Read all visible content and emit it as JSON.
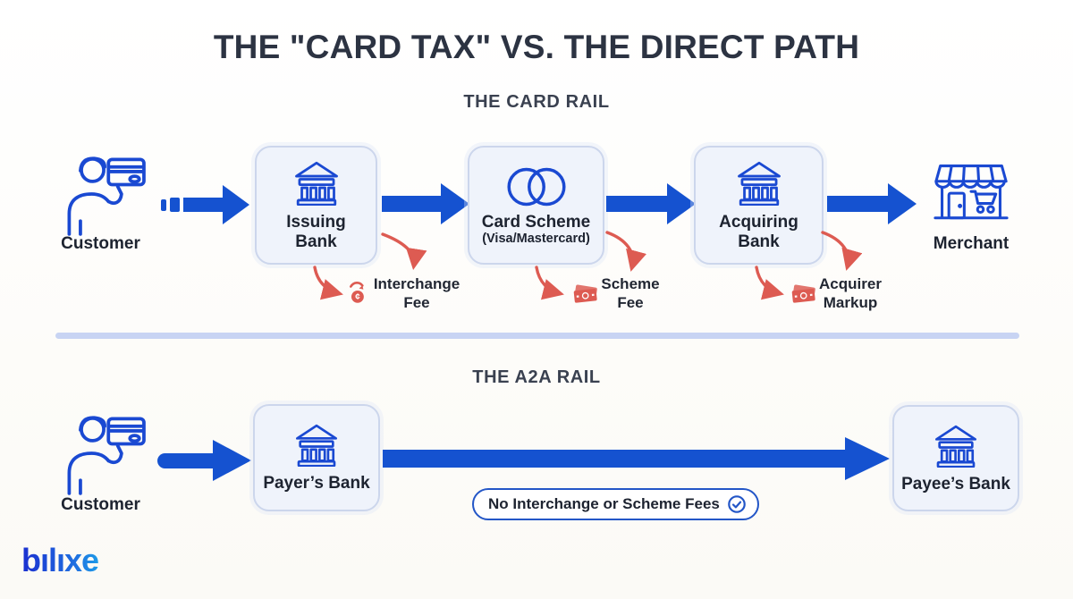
{
  "title": "THE \"CARD TAX\" VS. THE DIRECT PATH",
  "card_rail": {
    "heading": "THE CARD RAIL",
    "customer_label": "Customer",
    "issuing_bank_label": "Issuing\nBank",
    "card_scheme_label": "Card Scheme",
    "card_scheme_sublabel": "(Visa/Mastercard)",
    "acquiring_bank_label": "Acquiring\nBank",
    "merchant_label": "Merchant",
    "fees": {
      "interchange": "Interchange\nFee",
      "scheme": "Scheme\nFee",
      "acquirer": "Acquirer\nMarkup"
    }
  },
  "a2a_rail": {
    "heading": "THE A2A RAIL",
    "customer_label": "Customer",
    "payer_bank_label": "Payer’s Bank",
    "payee_bank_label": "Payee’s Bank",
    "badge_label": "No Interchange or Scheme Fees"
  },
  "logo_text": "bılıxe",
  "icons": {
    "customer": "person-with-card-icon",
    "bank": "bank-building-icon",
    "card_scheme": "overlapping-circles-icon",
    "merchant": "storefront-icon",
    "interchange_fee": "coin-cashback-icon",
    "scheme_fee": "banknote-icon",
    "acquirer_markup": "banknote-icon",
    "badge": "check-circle-icon"
  },
  "colors": {
    "accent_blue": "#1552d0",
    "icon_blue": "#1a49d2",
    "fee_red": "#dd5b52",
    "box_bg": "#eff3fb",
    "box_border": "#ccd6ec",
    "divider": "#c8d4f3",
    "title": "#2c3342"
  }
}
